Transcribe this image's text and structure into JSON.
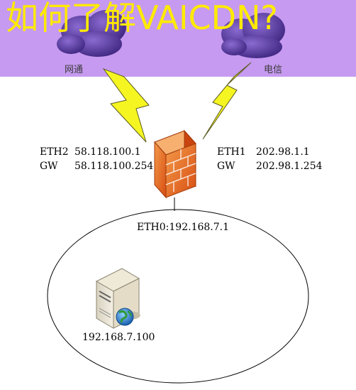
{
  "title": "如何了解VAICDN?",
  "isp_left": {
    "name": "网通"
  },
  "isp_right": {
    "name": "电信"
  },
  "left_interface": {
    "name": "ETH2",
    "ip": "58.118.100.1",
    "gw_label": "GW",
    "gw": "58.118.100.254"
  },
  "right_interface": {
    "name": "ETH1",
    "ip": "202.98.1.1",
    "gw_label": "GW",
    "gw": "202.98.1.254"
  },
  "lan_interface": {
    "label": "ETH0:192.168.7.1"
  },
  "server": {
    "ip": "192.168.7.100"
  },
  "colors": {
    "banner": "#c69af0",
    "title": "#ffea00",
    "bolt": "#f5f522",
    "cloud": "#5a3aa0",
    "firewall": "#e8661a"
  }
}
